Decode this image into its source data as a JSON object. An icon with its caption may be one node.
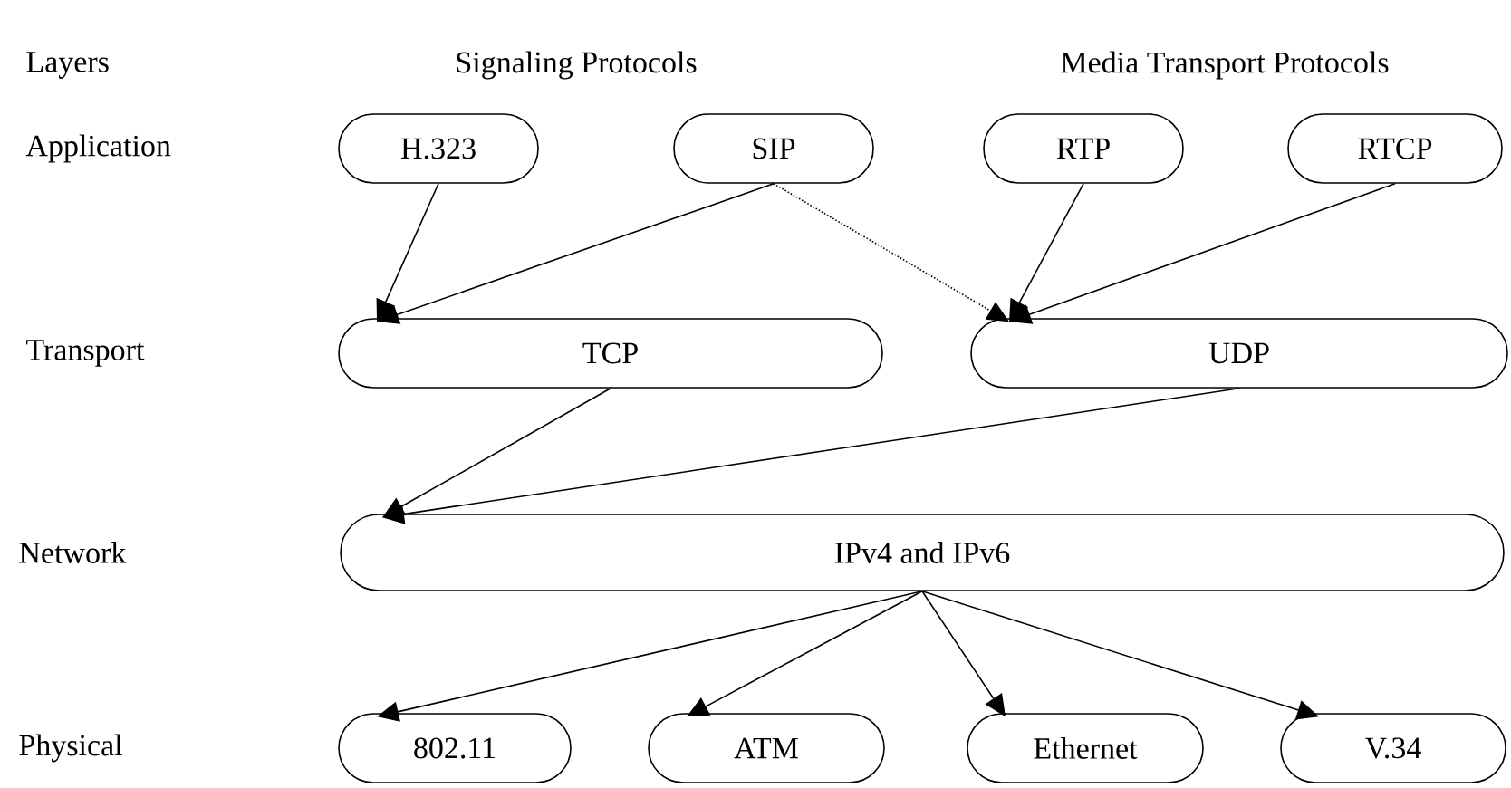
{
  "diagram": {
    "nodes": [
      {
        "text": [
          "H.323"
        ]
      },
      {
        "text": [
          "SIP"
        ]
      },
      {
        "text": [
          "RTP"
        ]
      },
      {
        "text": [
          "RTCP"
        ]
      },
      {
        "text": [
          "TCP"
        ]
      },
      {
        "text": [
          "UDP"
        ]
      },
      {
        "text": [
          "IPv4 and IPv6"
        ]
      },
      {
        "text": [
          "802.11"
        ]
      },
      {
        "text": [
          "ATM"
        ]
      },
      {
        "text": [
          "Ethernet"
        ]
      },
      {
        "text": [
          "V.34"
        ]
      }
    ],
    "edges": [
      {
        "from": 0,
        "to": 4,
        "arrow": "to"
      },
      {
        "from": 1,
        "to": 4,
        "arrow": "to"
      },
      {
        "from": 1,
        "to": 5,
        "arrow": "to",
        "style": "dashed"
      },
      {
        "from": 2,
        "to": 5,
        "arrow": "to"
      },
      {
        "from": 3,
        "to": 5,
        "arrow": "to"
      },
      {
        "from": 4,
        "to": 6,
        "arrow": "to"
      },
      {
        "from": 5,
        "to": 6,
        "arrow": "to"
      },
      {
        "from": 6,
        "to": 7,
        "arrow": "to"
      },
      {
        "from": 6,
        "to": 8,
        "arrow": "to"
      },
      {
        "from": 6,
        "to": 9,
        "arrow": "to"
      },
      {
        "from": 6,
        "to": 10,
        "arrow": "to"
      }
    ],
    "labels": [
      "Layers",
      "Signaling Protocols",
      "Media Transport Protocols",
      "Application",
      "Transport",
      "Network",
      "Physical"
    ]
  }
}
